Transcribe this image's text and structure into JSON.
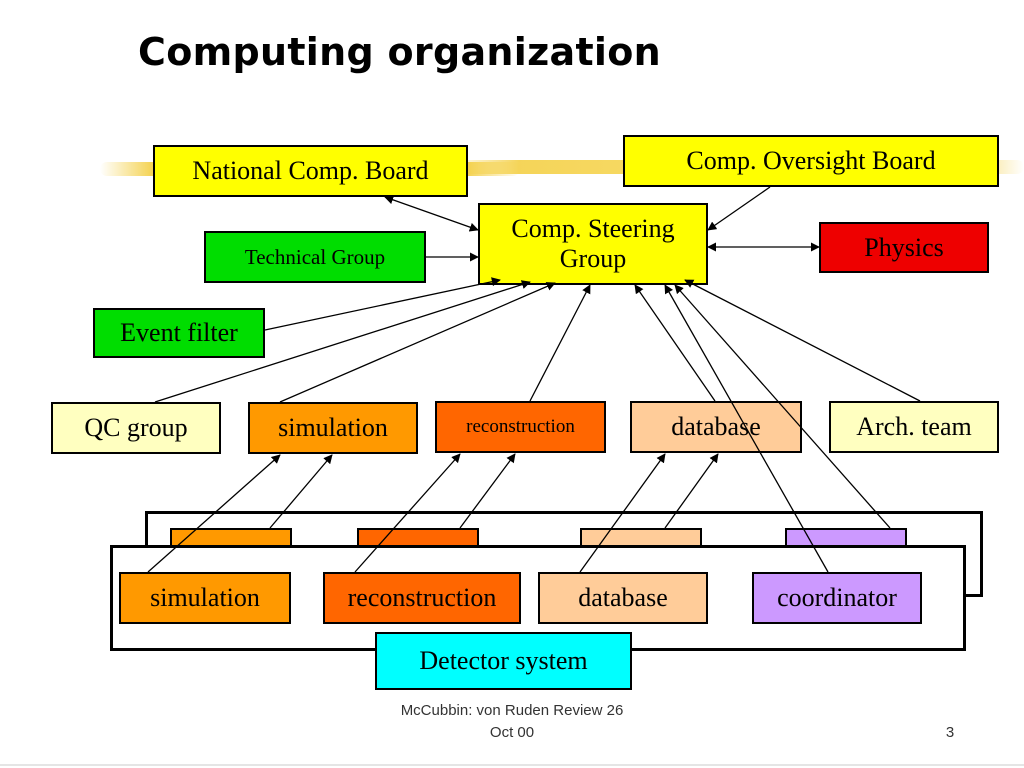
{
  "slide": {
    "title": "Computing organization",
    "footer_line1": "McCubbin: von Ruden Review 26",
    "footer_line2": "Oct 00",
    "page_number": "3"
  },
  "boxes": {
    "national_board": "National Comp. Board",
    "oversight_board": "Comp. Oversight Board",
    "steering_line1": "Comp. Steering",
    "steering_line2": "Group",
    "technical_group": "Technical Group",
    "physics": "Physics",
    "event_filter": "Event filter",
    "qc_group": "QC group",
    "simulation": "simulation",
    "reconstruction": "reconstruction",
    "database": "database",
    "arch_team": "Arch. team"
  },
  "detector": {
    "simulation": "simulation",
    "reconstruction": "reconstruction",
    "database": "database",
    "coordinator": "coordinator",
    "label": "Detector system"
  },
  "colors": {
    "yellow": "#ffff00",
    "light_yellow": "#ffffc0",
    "green": "#00dd00",
    "red": "#ee0000",
    "orange": "#ff9900",
    "dark_orange": "#ff6600",
    "peach": "#ffcc99",
    "lavender": "#cc99ff",
    "cyan": "#00ffff"
  }
}
